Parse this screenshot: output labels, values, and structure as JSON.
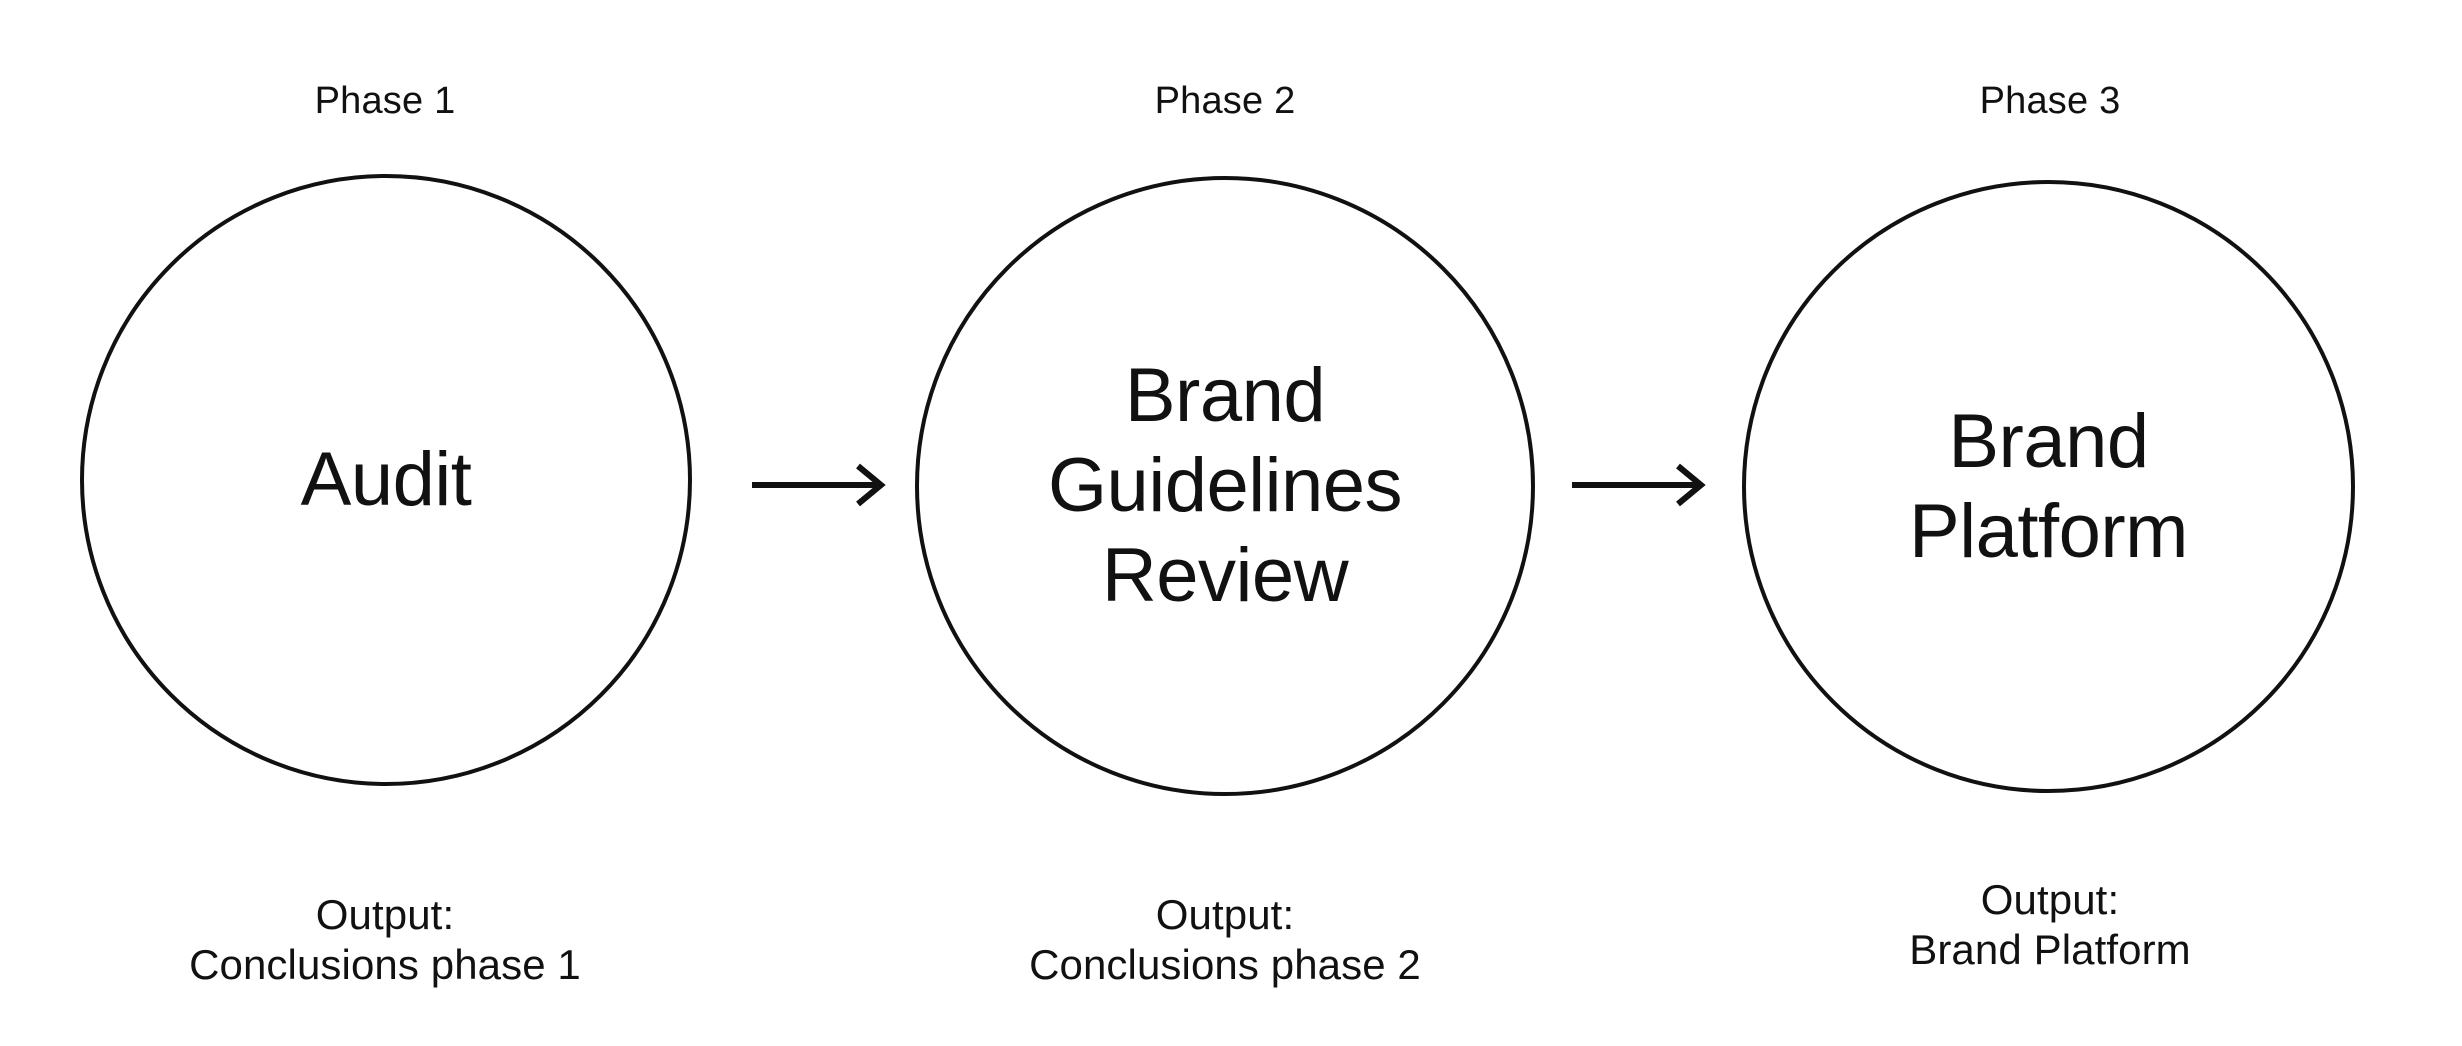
{
  "diagram": {
    "title": "Brand project phases flow",
    "background_color": "#ffffff",
    "stroke_color": "#111111",
    "phases": [
      {
        "label": "Phase 1",
        "circle_text": "Audit",
        "output_text": "Output:\nConclusions phase 1"
      },
      {
        "label": "Phase 2",
        "circle_text": "Brand\nGuidelines\nReview",
        "output_text": "Output:\nConclusions phase 2"
      },
      {
        "label": "Phase 3",
        "circle_text": "Brand\nPlatform",
        "output_text": "Output:\nBrand Platform"
      }
    ],
    "connectors": [
      {
        "name": "arrow-phase1-to-phase2",
        "direction": "right"
      },
      {
        "name": "arrow-phase2-to-phase3",
        "direction": "right"
      }
    ]
  }
}
